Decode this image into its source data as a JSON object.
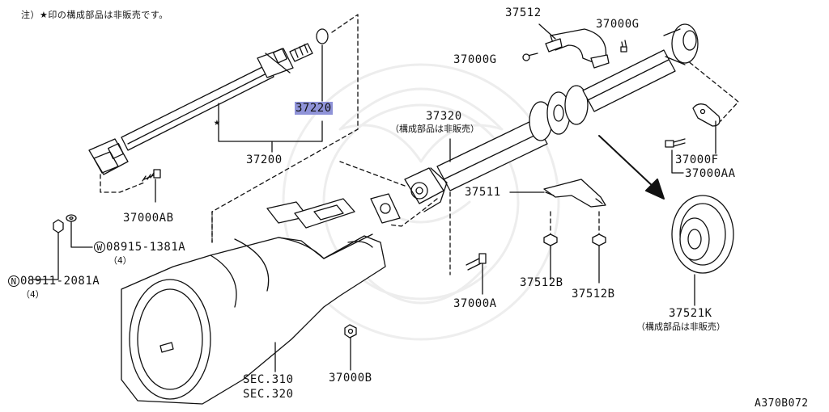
{
  "note": "注）★印の構成部品は非販売です。",
  "star": "★",
  "arrow_color": "#8f93d8",
  "parts": {
    "p37512": "37512",
    "p37000G_top": "37000G",
    "p37000G_left": "37000G",
    "p37220": "37220",
    "p37200": "37200",
    "p37320": "37320",
    "p37320_sub": "（構成部品は非販売）",
    "p37000F": "37000F",
    "p37000AA": "37000AA",
    "p37000AB": "37000AB",
    "p37511": "37511",
    "p08915_prefix": "W",
    "p08915": "08915-1381A",
    "p08915_qty": "（4）",
    "p08911_prefix": "N",
    "p08911": "08911-2081A",
    "p08911_qty": "（4）",
    "p37512B_a": "37512B",
    "p37512B_b": "37512B",
    "p37000A": "37000A",
    "p37521K": "37521K",
    "p37521K_sub": "（構成部品は非販売）",
    "p37000B": "37000B",
    "sec310": "SEC.310",
    "sec320": "SEC.320"
  },
  "diagram_code": "A370B072"
}
